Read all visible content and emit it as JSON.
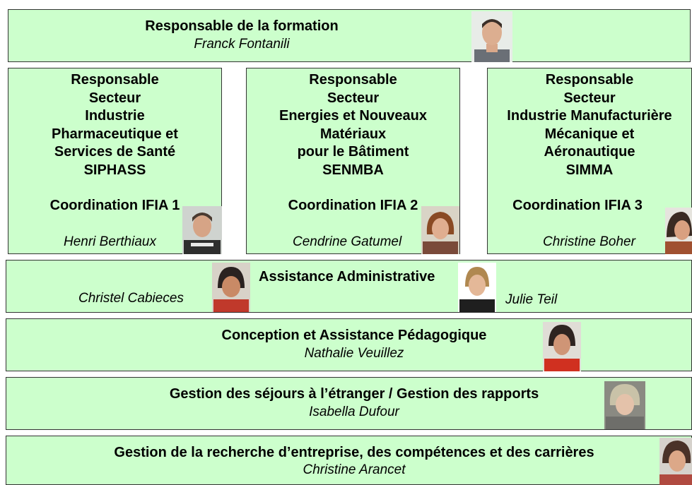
{
  "top": {
    "title": "Responsable de la formation",
    "name": "Franck Fontanili"
  },
  "sectors": [
    {
      "lines": [
        "Responsable",
        "Secteur",
        "Industrie",
        "Pharmaceutique et",
        "Services de Santé",
        "SIPHASS"
      ],
      "coordination": "Coordination IFIA 1",
      "name": "Henri Berthiaux"
    },
    {
      "lines": [
        "Responsable",
        "Secteur",
        "Energies et Nouveaux",
        "Matériaux",
        "pour le Bâtiment",
        "SENMBA"
      ],
      "coordination": "Coordination IFIA 2",
      "name": "Cendrine Gatumel"
    },
    {
      "lines": [
        "Responsable",
        "Secteur",
        "Industrie Manufacturière",
        "Mécanique et",
        "Aéronautique",
        "SIMMA"
      ],
      "coordination": "Coordination IFIA 3",
      "name": "Christine Boher"
    }
  ],
  "assistance": {
    "title": "Assistance Administrative",
    "name_left": "Christel Cabieces",
    "name_right": "Julie Teil"
  },
  "conception": {
    "title": "Conception et Assistance Pédagogique",
    "name": "Nathalie Veuillez"
  },
  "sejours": {
    "title": "Gestion des séjours à l’étranger / Gestion des rapports",
    "name": "Isabella Dufour"
  },
  "recherche": {
    "title": "Gestion de la recherche d’entreprise, des compétences et des carrières",
    "name": "Christine Arancet"
  },
  "colors": {
    "box_fill": "#ccffcc",
    "border": "#333333"
  }
}
